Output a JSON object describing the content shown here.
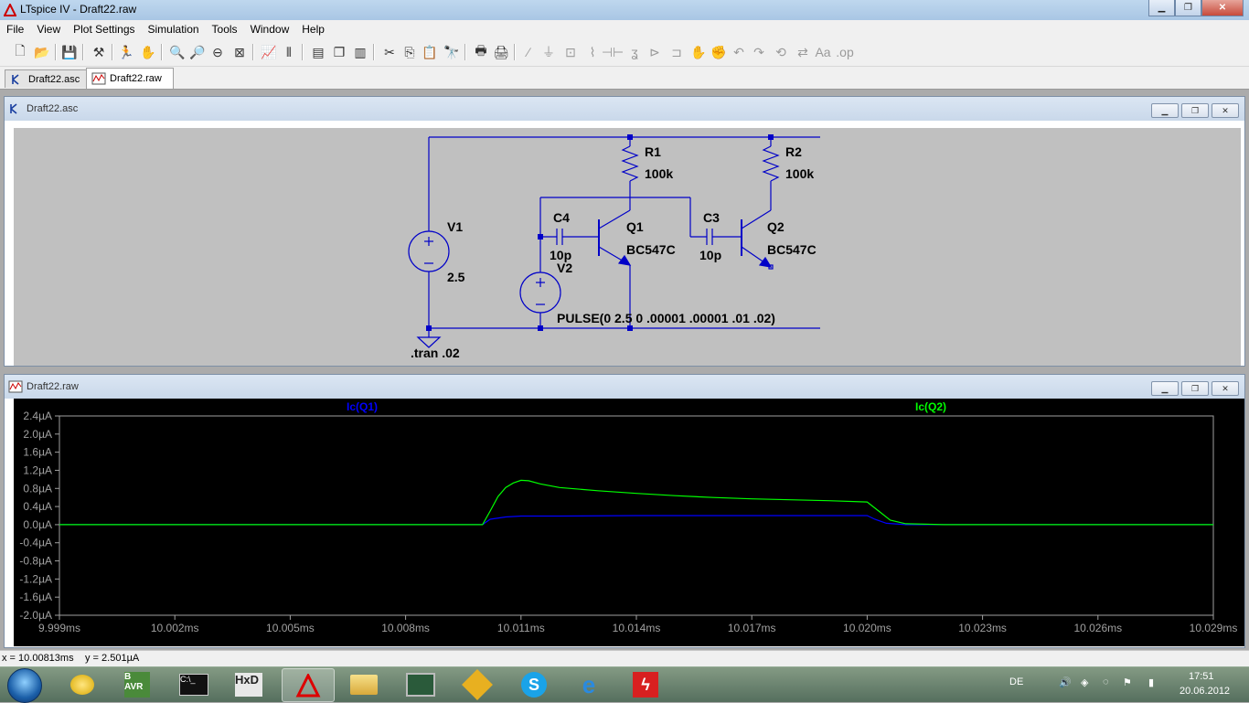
{
  "window": {
    "title": "LTspice IV - Draft22.raw",
    "minimize_glyph": "▁",
    "maximize_glyph": "❐",
    "close_glyph": "✕"
  },
  "menu": [
    "File",
    "View",
    "Plot Settings",
    "Simulation",
    "Tools",
    "Window",
    "Help"
  ],
  "tabs": [
    {
      "label": "Draft22.asc",
      "icon": "schematic-icon",
      "active": false
    },
    {
      "label": "Draft22.raw",
      "icon": "waveform-icon",
      "active": true
    }
  ],
  "schematic_window": {
    "title": "Draft22.asc",
    "components": {
      "r1_name": "R1",
      "r1_value": "100k",
      "r2_name": "R2",
      "r2_value": "100k",
      "v1_name": "V1",
      "v1_value": "2.5",
      "v2_name": "V2",
      "v2_value": "PULSE(0 2.5 0 .00001 .00001 .01 .02)",
      "c4_name": "C4",
      "c4_value": "10p",
      "c3_name": "C3",
      "c3_value": "10p",
      "q1_name": "Q1",
      "q1_value": "BC547C",
      "q2_name": "Q2",
      "q2_value": "BC547C",
      "directive": ".tran .02"
    },
    "colors": {
      "wire": "#0000c8",
      "background": "#c0c0c0",
      "nodes": "#0000c8"
    }
  },
  "plot_window": {
    "title": "Draft22.raw"
  },
  "chart_data": {
    "type": "line",
    "title": "",
    "xlabel": "",
    "ylabel": "",
    "xlim": [
      9.999,
      10.029
    ],
    "ylim": [
      -2.0,
      2.4
    ],
    "x_ticks": [
      9.999,
      10.002,
      10.005,
      10.008,
      10.011,
      10.014,
      10.017,
      10.02,
      10.023,
      10.026,
      10.029
    ],
    "x_tick_labels": [
      "9.999ms",
      "10.002ms",
      "10.005ms",
      "10.008ms",
      "10.011ms",
      "10.014ms",
      "10.017ms",
      "10.020ms",
      "10.023ms",
      "10.026ms",
      "10.029ms"
    ],
    "y_ticks": [
      2.4,
      2.0,
      1.6,
      1.2,
      0.8,
      0.4,
      0.0,
      -0.4,
      -0.8,
      -1.2,
      -1.6,
      -2.0
    ],
    "y_tick_labels": [
      "2.4µA",
      "2.0µA",
      "1.6µA",
      "1.2µA",
      "0.8µA",
      "0.4µA",
      "0.0µA",
      "-0.4µA",
      "-0.8µA",
      "-1.2µA",
      "-1.6µA",
      "-2.0µA"
    ],
    "grid": false,
    "background": "#000000",
    "tick_color": "#a0a0a0",
    "series": [
      {
        "name": "Ic(Q1)",
        "color": "#0000ff",
        "x": [
          9.999,
          10.009,
          10.01,
          10.0102,
          10.0106,
          10.011,
          10.012,
          10.014,
          10.016,
          10.018,
          10.019,
          10.02,
          10.0202,
          10.0205,
          10.021,
          10.022,
          10.029
        ],
        "y": [
          0.0,
          0.0,
          0.0,
          0.12,
          0.17,
          0.19,
          0.19,
          0.2,
          0.2,
          0.2,
          0.2,
          0.2,
          0.12,
          0.03,
          0.0,
          0.0,
          0.0
        ]
      },
      {
        "name": "Ic(Q2)",
        "color": "#00ff00",
        "x": [
          9.999,
          10.009,
          10.01,
          10.0102,
          10.0104,
          10.0106,
          10.0108,
          10.011,
          10.0112,
          10.0115,
          10.012,
          10.013,
          10.014,
          10.015,
          10.016,
          10.017,
          10.018,
          10.019,
          10.02,
          10.0203,
          10.0206,
          10.021,
          10.022,
          10.029
        ],
        "y": [
          0.0,
          0.0,
          0.0,
          0.3,
          0.62,
          0.82,
          0.92,
          0.98,
          0.97,
          0.9,
          0.82,
          0.75,
          0.69,
          0.64,
          0.6,
          0.57,
          0.55,
          0.53,
          0.5,
          0.3,
          0.1,
          0.02,
          0.0,
          0.0
        ]
      }
    ]
  },
  "status": {
    "x_readout": "x = 10.00813ms",
    "y_readout": "y = 2.501µA"
  },
  "taskbar": {
    "language": "DE",
    "time": "17:51",
    "date": "20.06.2012",
    "tasks": [
      "start-button",
      "coin-app",
      "avr-studio",
      "command-prompt",
      "hxd-editor",
      "ltspice",
      "file-explorer",
      "monitor-app",
      "network-app",
      "skype",
      "internet-explorer",
      "flash-app"
    ]
  }
}
